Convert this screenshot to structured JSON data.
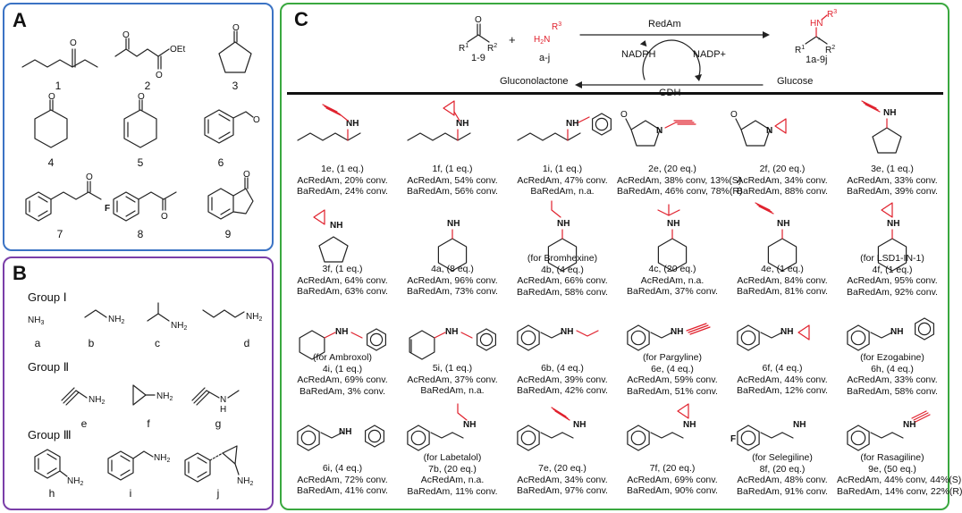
{
  "panels": {
    "a": {
      "letter": "A",
      "labels": [
        "1",
        "2",
        "3",
        "4",
        "5",
        "6",
        "7",
        "8",
        "9"
      ]
    },
    "b": {
      "letter": "B",
      "groups": [
        "Group Ⅰ",
        "Group Ⅱ",
        "Group Ⅲ"
      ],
      "labels": [
        "a",
        "b",
        "c",
        "d",
        "e",
        "f",
        "g",
        "h",
        "i",
        "j"
      ]
    },
    "c": {
      "letter": "C",
      "scheme": {
        "ketone": "1-9",
        "plus": "+",
        "amine": "a-j",
        "product": "1a-9j",
        "enzyme_top": "RedAm",
        "enzyme_bottom": "GDH",
        "cofactor_left": "NADPH",
        "cofactor_right": "NADP+",
        "gluconolactone": "Gluconolactone",
        "glucose": "Glucose"
      }
    }
  },
  "products": [
    {
      "id": "1e",
      "note": "",
      "eq": "1e, (1 eq.)",
      "ac": "AcRedAm, 20% conv.",
      "ba": "BaRedAm, 24% conv."
    },
    {
      "id": "1f",
      "note": "",
      "eq": "1f, (1 eq.)",
      "ac": "AcRedAm, 54% conv.",
      "ba": "BaRedAm, 56% conv."
    },
    {
      "id": "1i",
      "note": "",
      "eq": "1i, (1 eq.)",
      "ac": "AcRedAm, 47% conv.",
      "ba": "BaRedAm, n.a."
    },
    {
      "id": "2e",
      "note": "",
      "eq": "2e, (20 eq.)",
      "ac": "AcRedAm, 38% conv, 13%(S)",
      "ba": "BaRedAm, 46% conv, 78%(R)"
    },
    {
      "id": "2f",
      "note": "",
      "eq": "2f, (20 eq.)",
      "ac": "AcRedAm, 34% conv.",
      "ba": "BaRedAm, 88% conv."
    },
    {
      "id": "3e",
      "note": "",
      "eq": "3e, (1 eq.)",
      "ac": "AcRedAm, 33% conv.",
      "ba": "BaRedAm, 39% conv."
    },
    {
      "id": "3f",
      "note": "",
      "eq": "3f, (1 eq.)",
      "ac": "AcRedAm, 64% conv.",
      "ba": "BaRedAm, 63% conv."
    },
    {
      "id": "4a",
      "note": "",
      "eq": "4a, (8 eq.)",
      "ac": "AcRedAm, 96% conv.",
      "ba": "BaRedAm, 73% conv."
    },
    {
      "id": "4b",
      "note": "(for Bromhexine)",
      "eq": "4b, (4 eq.)",
      "ac": "AcRedAm, 66% conv.",
      "ba": "BaRedAm, 58% conv."
    },
    {
      "id": "4c",
      "note": "",
      "eq": "4c, (20 eq.)",
      "ac": "AcRedAm, n.a.",
      "ba": "BaRedAm, 37% conv."
    },
    {
      "id": "4e",
      "note": "",
      "eq": "4e, (1 eq.)",
      "ac": "AcRedAm, 84% conv.",
      "ba": "BaRedAm, 81% conv."
    },
    {
      "id": "4f",
      "note": "(for LSD1-IN-1)",
      "eq": "4f, (1 eq.)",
      "ac": "AcRedAm, 95% conv.",
      "ba": "BaRedAm, 92% conv."
    },
    {
      "id": "4i",
      "note": "(for Ambroxol)",
      "eq": "4i, (1 eq.)",
      "ac": "AcRedAm, 69% conv.",
      "ba": "BaRedAm, 3% conv."
    },
    {
      "id": "5i",
      "note": "",
      "eq": "5i, (1 eq.)",
      "ac": "AcRedAm, 37% conv.",
      "ba": "BaRedAm, n.a."
    },
    {
      "id": "6b",
      "note": "",
      "eq": "6b, (4 eq.)",
      "ac": "AcRedAm, 39% conv.",
      "ba": "BaRedAm, 42% conv."
    },
    {
      "id": "6e",
      "note": "(for Pargyline)",
      "eq": "6e, (4 eq.)",
      "ac": "AcRedAm, 59% conv.",
      "ba": "BaRedAm, 51% conv."
    },
    {
      "id": "6f",
      "note": "",
      "eq": "6f, (4 eq.)",
      "ac": "AcRedAm, 44% conv.",
      "ba": "BaRedAm, 12% conv."
    },
    {
      "id": "6h",
      "note": "(for Ezogabine)",
      "eq": "6h, (4 eq.)",
      "ac": "AcRedAm, 33% conv.",
      "ba": "BaRedAm, 58% conv."
    },
    {
      "id": "6i",
      "note": "",
      "eq": "6i, (4 eq.)",
      "ac": "AcRedAm, 72% conv.",
      "ba": "BaRedAm, 41% conv."
    },
    {
      "id": "7b",
      "note": "(for Labetalol)",
      "eq": "7b, (20 eq.)",
      "ac": "AcRedAm, n.a.",
      "ba": "BaRedAm, 11% conv."
    },
    {
      "id": "7e",
      "note": "",
      "eq": "7e, (20 eq.)",
      "ac": "AcRedAm, 34% conv.",
      "ba": "BaRedAm, 97% conv."
    },
    {
      "id": "7f",
      "note": "",
      "eq": "7f, (20 eq.)",
      "ac": "AcRedAm, 69% conv.",
      "ba": "BaRedAm, 90% conv."
    },
    {
      "id": "8f",
      "note": "(for Selegiline)",
      "eq": "8f, (20 eq.)",
      "ac": "AcRedAm, 48% conv.",
      "ba": "BaRedAm, 91% conv."
    },
    {
      "id": "9e",
      "note": "(for Rasagiline)",
      "eq": "9e, (50 eq.)",
      "ac": "AcRedAm, 44% conv, 44%(S)",
      "ba": "BaRedAm, 14% conv, 22%(R)"
    }
  ],
  "colors": {
    "panel_a": "#3b73c4",
    "panel_b": "#7a3ea8",
    "panel_c": "#3aa83f",
    "amine_highlight": "#e0202c"
  }
}
